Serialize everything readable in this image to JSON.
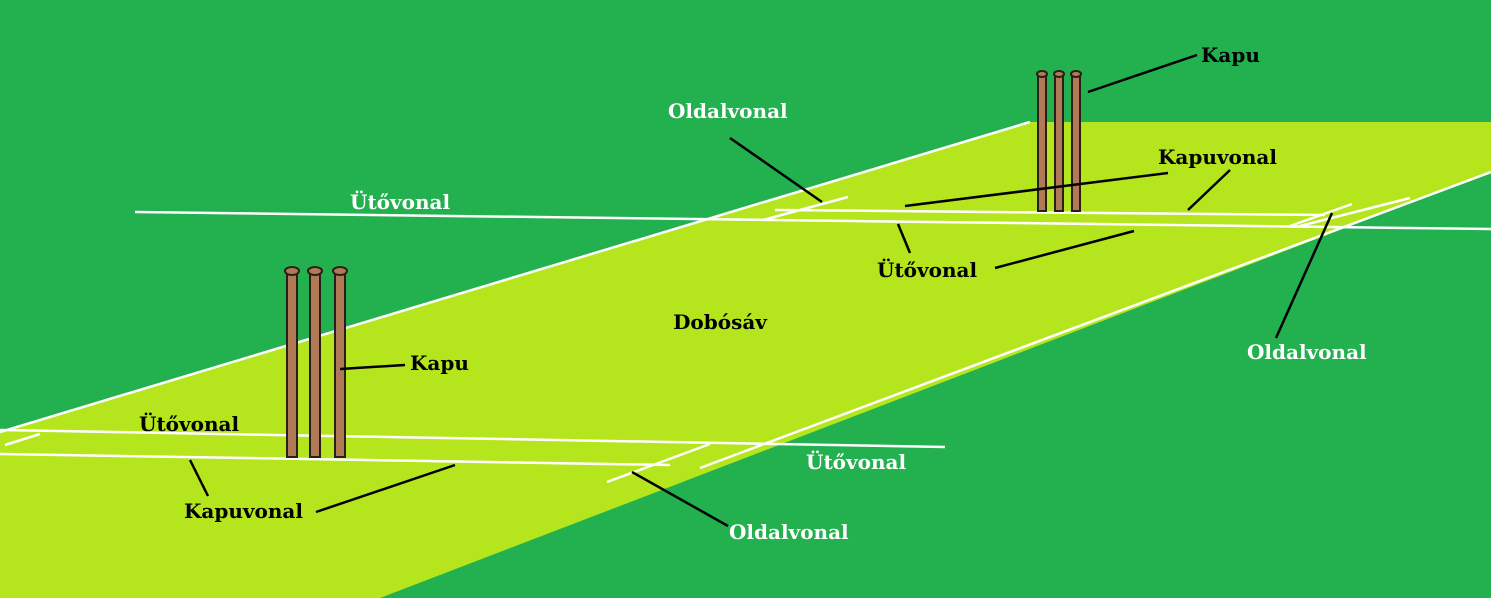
{
  "diagram": {
    "colors": {
      "outfield": "#23b04f",
      "pitch": "#b5e61d",
      "crease_lines": "#ffffff",
      "stumps": "#b07a57",
      "leaders": "#000000"
    },
    "labels": {
      "pitch": "Dobósáv",
      "near_wicket": "Kapu",
      "far_wicket": "Kapu",
      "near_popping_crease": "Ütővonal",
      "near_bowling_crease": "Kapuvonal",
      "near_return_crease": "Oldalvonal",
      "near_popping_crease_right": "Ütővonal",
      "far_popping_crease": "Ütővonal",
      "far_popping_crease_left": "Ütővonal",
      "far_bowling_crease": "Kapuvonal",
      "far_return_crease_left": "Oldalvonal",
      "far_return_crease_right": "Oldalvonal"
    }
  }
}
